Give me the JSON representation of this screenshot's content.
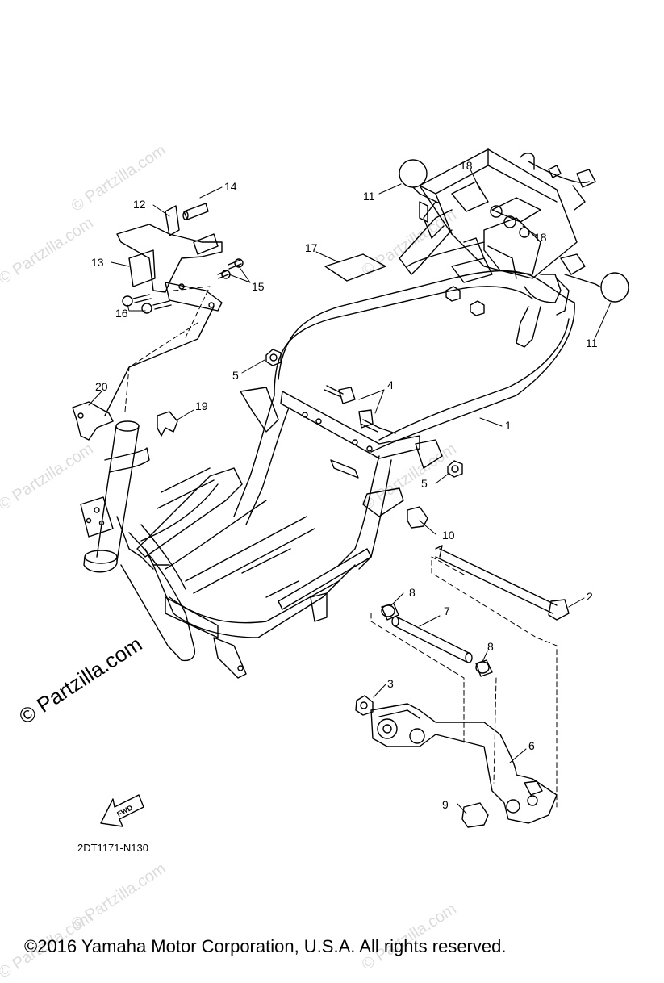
{
  "callouts": [
    "1",
    "2",
    "3",
    "4",
    "5",
    "5",
    "6",
    "7",
    "8",
    "8",
    "9",
    "10",
    "11",
    "11",
    "12",
    "13",
    "14",
    "15",
    "16",
    "17",
    "18",
    "18",
    "19",
    "20"
  ],
  "fwd_label": "FWD",
  "diagram_code": "2DT1171-N130",
  "watermark_text": "© Partzilla.com",
  "copyright": "©2016 Yamaha Motor Corporation, U.S.A. All rights reserved."
}
